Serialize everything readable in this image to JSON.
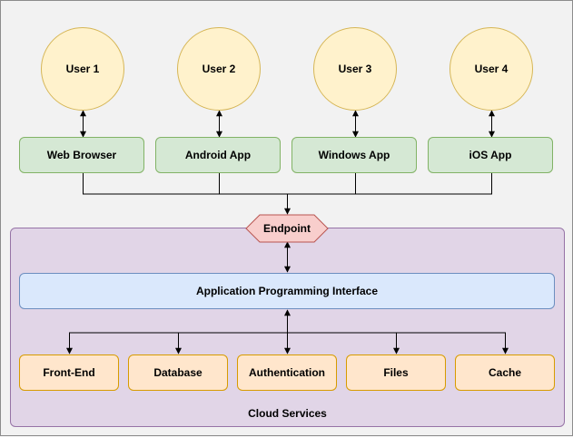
{
  "users": [
    {
      "label": "User 1"
    },
    {
      "label": "User 2"
    },
    {
      "label": "User 3"
    },
    {
      "label": "User 4"
    }
  ],
  "clients": [
    {
      "label": "Web Browser"
    },
    {
      "label": "Android App"
    },
    {
      "label": "Windows App"
    },
    {
      "label": "iOS App"
    }
  ],
  "endpoint": {
    "label": "Endpoint"
  },
  "api": {
    "label": "Application Programming Interface"
  },
  "services": [
    {
      "label": "Front-End"
    },
    {
      "label": "Database"
    },
    {
      "label": "Authentication"
    },
    {
      "label": "Files"
    },
    {
      "label": "Cache"
    }
  ],
  "cloud": {
    "label": "Cloud Services"
  },
  "colors": {
    "user_fill": "#fff2cc",
    "client_fill": "#d5e8d4",
    "endpoint_fill": "#f8cecc",
    "cloud_fill": "#e1d5e7",
    "api_fill": "#dae8fc",
    "service_fill": "#ffe6cc"
  }
}
